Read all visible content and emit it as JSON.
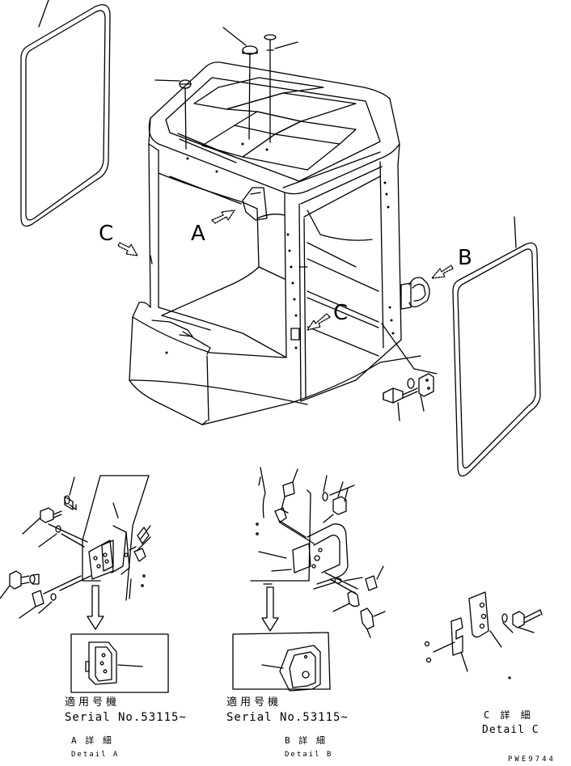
{
  "callouts": {
    "main_c_left": "C",
    "main_a": "A",
    "main_b": "B",
    "main_c_right": "C"
  },
  "detail_a": {
    "applicable_jp": "適用号機",
    "serial": "Serial No.53115~",
    "detail_jp": "A 詳 細",
    "detail_en": "Detail A"
  },
  "detail_b": {
    "applicable_jp": "適用号機",
    "serial": "Serial No.53115~",
    "detail_jp": "B 詳 細",
    "detail_en": "Detail B"
  },
  "detail_c": {
    "detail_jp": "C 詳 細",
    "detail_en": "Detail C"
  },
  "drawing_code": "PWE9744"
}
